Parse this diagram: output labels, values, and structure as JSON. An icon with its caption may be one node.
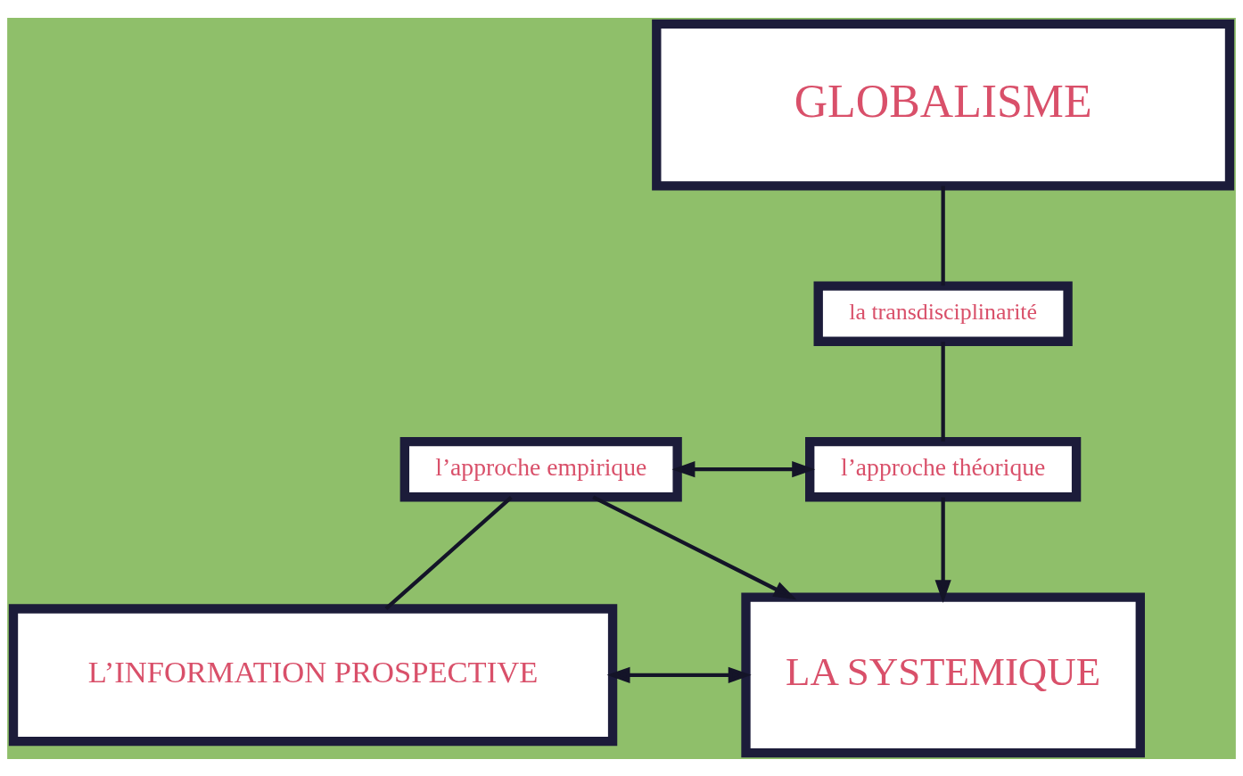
{
  "diagram": {
    "nodes": [
      {
        "text": [
          "GLOBALISME"
        ]
      },
      {
        "text": [
          "la transdisciplinarité"
        ]
      },
      {
        "text": [
          "l’approche empirique"
        ]
      },
      {
        "text": [
          "l’approche théorique"
        ]
      },
      {
        "text": [
          "L’INFORMATION PROSPECTIVE"
        ]
      },
      {
        "text": [
          "LA SYSTEMIQUE"
        ]
      }
    ],
    "edges": [
      {
        "from": 0,
        "to": 1,
        "arrow": "none"
      },
      {
        "from": 1,
        "to": 3,
        "arrow": "none"
      },
      {
        "from": 2,
        "to": 3,
        "arrow": "both"
      },
      {
        "from": 2,
        "to": 5,
        "arrow": "to"
      },
      {
        "from": 3,
        "to": 5,
        "arrow": "to"
      },
      {
        "from": 2,
        "to": 4,
        "arrow": "none"
      },
      {
        "from": 4,
        "to": 5,
        "arrow": "both"
      }
    ]
  }
}
